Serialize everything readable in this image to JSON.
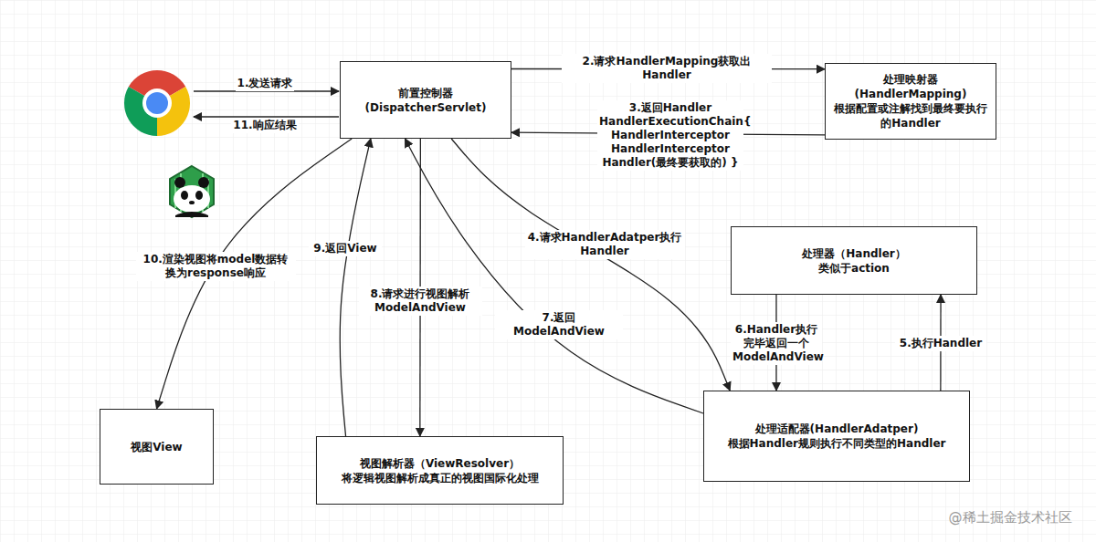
{
  "diagram": {
    "nodes": [
      {
        "text": [
          "前置控制器 (DispatcherServlet)"
        ]
      },
      {
        "text": [
          "处理映射器 (HandlerMapping)",
          "根据配置或注解找到最终要执行的Handler"
        ]
      },
      {
        "text": [
          "处理器（Handler）",
          "类似于action"
        ]
      },
      {
        "text": [
          "处理适配器(HandlerAdatper)",
          "根据Handler规则执行不同类型的Handler"
        ]
      },
      {
        "text": [
          "视图解析器（ViewResolver）",
          "将逻辑视图解析成真正的视图国际化处理"
        ]
      },
      {
        "text": [
          "视图View"
        ]
      }
    ],
    "edges": [
      {
        "from": 0,
        "to": 1,
        "label": "2.请求HandlerMapping获取出Handler",
        "arrow": "to"
      },
      {
        "from": 1,
        "to": 0,
        "label": "3.返回Handler HandlerExecutionChain{ HandlerInterceptor HandlerInterceptor Handler(最终要获取的) }",
        "arrow": "to"
      },
      {
        "from": 0,
        "to": 3,
        "label": "4.请求HandlerAdatper执行 Handler",
        "arrow": "to"
      },
      {
        "from": 3,
        "to": 2,
        "label": "5.执行Handler",
        "arrow": "to"
      },
      {
        "from": 2,
        "to": 3,
        "label": "6.Handler执行 完毕返回一个 ModelAndView",
        "arrow": "to"
      },
      {
        "from": 3,
        "to": 0,
        "label": "7.返回ModelAndView",
        "arrow": "to"
      },
      {
        "from": 0,
        "to": 4,
        "label": "8.请求进行视图解析 ModelAndView",
        "arrow": "to"
      },
      {
        "from": 4,
        "to": 0,
        "label": "9.返回View",
        "arrow": "to"
      },
      {
        "from": 0,
        "to": 5,
        "label": "10.渲染视图将model数据转 换为response响应",
        "arrow": "to"
      }
    ],
    "labels": [
      "1.发送请求",
      "11.响应结果",
      "@稀土掘金技术社区"
    ]
  }
}
